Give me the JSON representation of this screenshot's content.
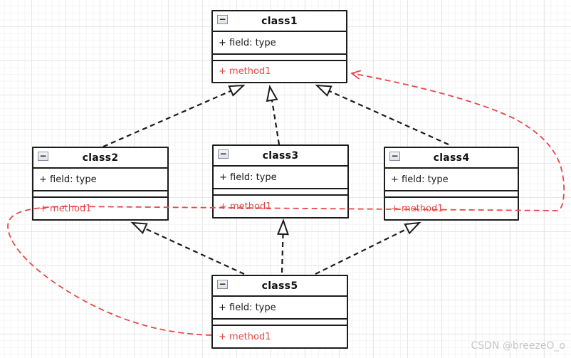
{
  "diagram": {
    "tool_hint": "uml-class-diagram",
    "collapse_glyph": "−",
    "classes": [
      {
        "id": "class1",
        "title": "class1",
        "field": "+ field: type",
        "method": "+ method1"
      },
      {
        "id": "class2",
        "title": "class2",
        "field": "+ field: type",
        "method": "+ method1"
      },
      {
        "id": "class3",
        "title": "class3",
        "field": "+ field: type",
        "method": "+ method1"
      },
      {
        "id": "class4",
        "title": "class4",
        "field": "+ field: type",
        "method": "+ method1"
      },
      {
        "id": "class5",
        "title": "class5",
        "field": "+ field: type",
        "method": "+ method1"
      }
    ],
    "relations": {
      "realizations": [
        {
          "from": "class2",
          "to": "class1",
          "style": "dashed-hollow-triangle"
        },
        {
          "from": "class3",
          "to": "class1",
          "style": "dashed-hollow-triangle"
        },
        {
          "from": "class4",
          "to": "class1",
          "style": "dashed-hollow-triangle"
        },
        {
          "from": "class5",
          "to": "class2",
          "style": "dashed-hollow-triangle"
        },
        {
          "from": "class5",
          "to": "class3",
          "style": "dashed-hollow-triangle"
        },
        {
          "from": "class5",
          "to": "class4",
          "style": "dashed-hollow-triangle"
        }
      ],
      "dependency": {
        "from": "class5",
        "to": "class1",
        "style": "red-dashed-open-arrow"
      }
    },
    "colors": {
      "ink": "#1c1c1c",
      "relation_red": "#e64848",
      "grid_minor": "#f4f4f4",
      "grid_major": "#e7e7e7",
      "watermark": "#c6c6c6",
      "collapse_bg": "#dfe2ea",
      "collapse_border": "#8a8fa0"
    },
    "watermark": "CSDN @breezeO_o"
  }
}
